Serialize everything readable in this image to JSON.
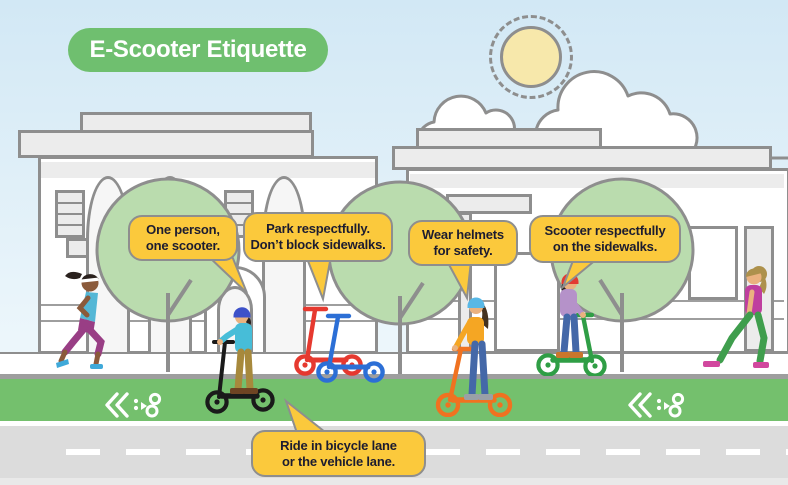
{
  "title": "E-Scooter Etiquette",
  "callouts": {
    "one_scooter": "One person,\none scooter.",
    "park": "Park respectfully.\nDon’t block sidewalks.",
    "helmets": "Wear helmets\nfor safety.",
    "sidewalk": "Scooter respectfully\non the sidewalks.",
    "lane": "Ride in bicycle lane\nor the vehicle lane."
  },
  "colors": {
    "title_bg": "#6fbf6f",
    "bubble_bg": "#fbc93c",
    "bubble_text": "#1c1c30",
    "outline": "#8e8e8e",
    "tree_fill": "#badcae",
    "lane_green": "#74c06d",
    "road_gray": "#dcdcdc",
    "curb_gray": "#9e9e9e",
    "sky_top": "#d2e8f5",
    "sky_bottom": "#ecf6fb",
    "sun_fill": "#f7e8ab",
    "building_fill": "#ececec"
  },
  "icons": {
    "lane_marking": "scooter-lane-chevron-icon",
    "sun": "sun-icon",
    "clouds": "cloud-icon",
    "trees": "tree-icon"
  }
}
